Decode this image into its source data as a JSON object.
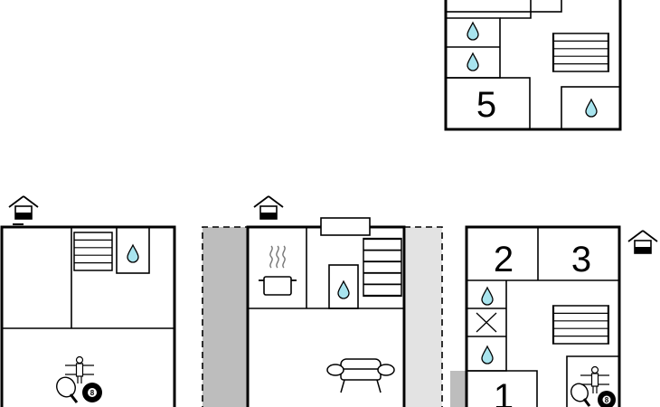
{
  "floorplan": {
    "room_numbers": {
      "r1": "1",
      "r2": "2",
      "r3": "3",
      "r5": "5"
    },
    "billiard_ball_label": "8",
    "colors": {
      "wall": "#000000",
      "water_drop": "#a8e4ee",
      "terrace_dark": "#bdbdbd",
      "terrace_light": "#e3e3e3",
      "background": "#ffffff"
    },
    "icons": [
      "entrance-icon",
      "staircase-icon",
      "water-drop-icon",
      "cooking-pot-icon",
      "sofa-icon",
      "foosball-icon",
      "table-tennis-icon",
      "billiard-ball-icon",
      "storage-x-icon"
    ]
  }
}
